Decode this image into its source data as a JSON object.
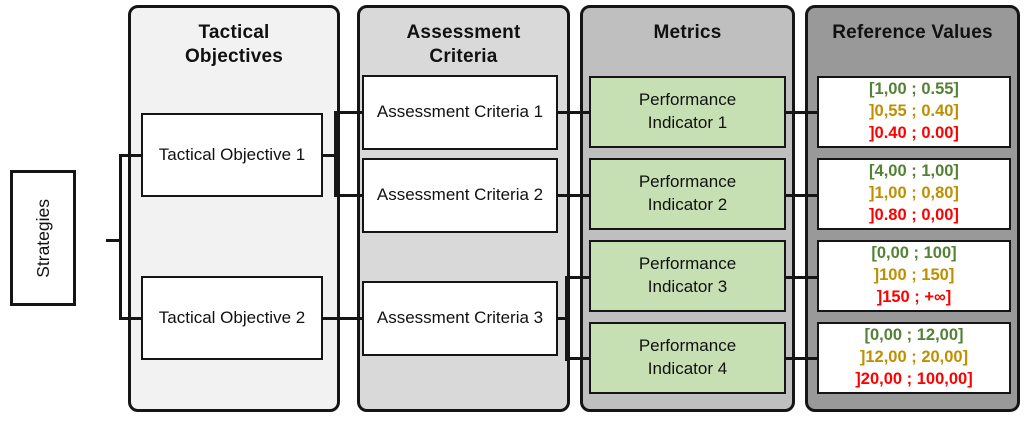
{
  "diagram": {
    "strategies": {
      "label": "Strategies"
    },
    "columns": {
      "tactical": {
        "title": "Tactical\nObjectives",
        "items": [
          "Tactical Objective 1",
          "Tactical Objective 2"
        ]
      },
      "criteria": {
        "title": "Assessment\nCriteria",
        "items": [
          "Assessment Criteria 1",
          "Assessment Criteria 2",
          "Assessment Criteria 3"
        ]
      },
      "metrics": {
        "title": "Metrics",
        "items": [
          "Performance Indicator 1",
          "Performance Indicator 2",
          "Performance Indicator 3",
          "Performance Indicator 4"
        ]
      },
      "reference": {
        "title": "Reference Values",
        "items": [
          {
            "good": "[1,00 ; 0.55]",
            "warn": "]0,55 ; 0.40]",
            "bad": "]0.40 ; 0.00]"
          },
          {
            "good": "[4,00 ; 1,00]",
            "warn": "]1,00 ; 0,80]",
            "bad": "]0.80 ; 0,00]"
          },
          {
            "good": "[0,00 ; 100]",
            "warn": "]100 ; 150]",
            "bad": "]150 ; +∞]"
          },
          {
            "good": "[0,00 ; 12,00]",
            "warn": "]12,00 ; 20,00]",
            "bad": "]20,00 ; 100,00]"
          }
        ]
      }
    },
    "colors": {
      "good_text": "#538135",
      "warn_text": "#BF8F00",
      "bad_text": "#FF0000",
      "indicator_fill": "#C6E0B4",
      "panel_tactical": "#F2F2F2",
      "panel_criteria": "#D9D9D9",
      "panel_metrics": "#BFBFBF",
      "panel_reference": "#999999",
      "line": "#151515"
    }
  }
}
